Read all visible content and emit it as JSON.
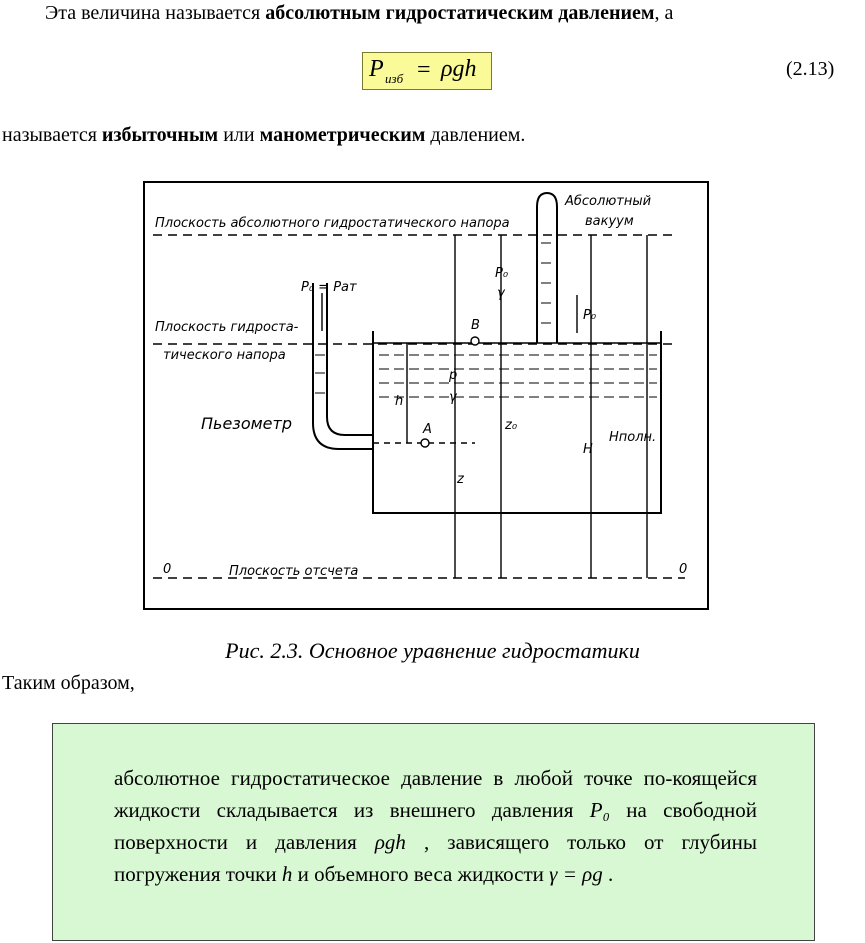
{
  "intro": {
    "before": "Эта величина называется ",
    "bold": "абсолютным гидростатическим давлением",
    "after": ", а"
  },
  "formula": {
    "P": "P",
    "sub": "изб",
    "eq": "=",
    "rhs": "ρgh"
  },
  "eq_number": "(2.13)",
  "line2": {
    "a": "называется ",
    "b1": "избыточным",
    "c": " или ",
    "b2": "манометрическим",
    "d": " давлением."
  },
  "figure": {
    "label_top_plane": "Плоскость абсолютного гидростатического напора",
    "label_vacuum1": "Абсолютный",
    "label_vacuum2": "вакуум",
    "label_p0_patm": "P₀ = Pат",
    "label_piezo_plane1": "Плоскость гидроста-",
    "label_piezo_plane2": "тического напора",
    "label_piezometer": "Пьезометр",
    "label_B": "B",
    "label_A": "A",
    "label_p0_gamma_num": "P₀",
    "label_p0_gamma_den": "γ",
    "label_p_num": "p",
    "label_p_den": "γ",
    "label_h": "h",
    "label_z0": "z₀",
    "label_z": "z",
    "label_H": "H",
    "label_Hfull": "Hполн.",
    "label_p0_right": "P₀",
    "label_zero_left": "0",
    "label_zero_right": "0",
    "label_ref_plane": "Плоскость отсчета"
  },
  "caption": "Рис. 2.3. Основное уравнение гидростатики",
  "thus": "Таким образом,",
  "box": {
    "t1": "абсолютное гидростатическое давление в любой точке по-коящейся жидкости складывается из внешнего давления ",
    "P0": "P₀",
    "t2": " на свободной поверхности и давления ",
    "rgh": "ρgh",
    "t3": " , зависящего только от глубины погружения точки ",
    "h": "h",
    "t4": " и объемного веса жидкости ",
    "gamma": "γ = ρg",
    "t5": " ."
  }
}
